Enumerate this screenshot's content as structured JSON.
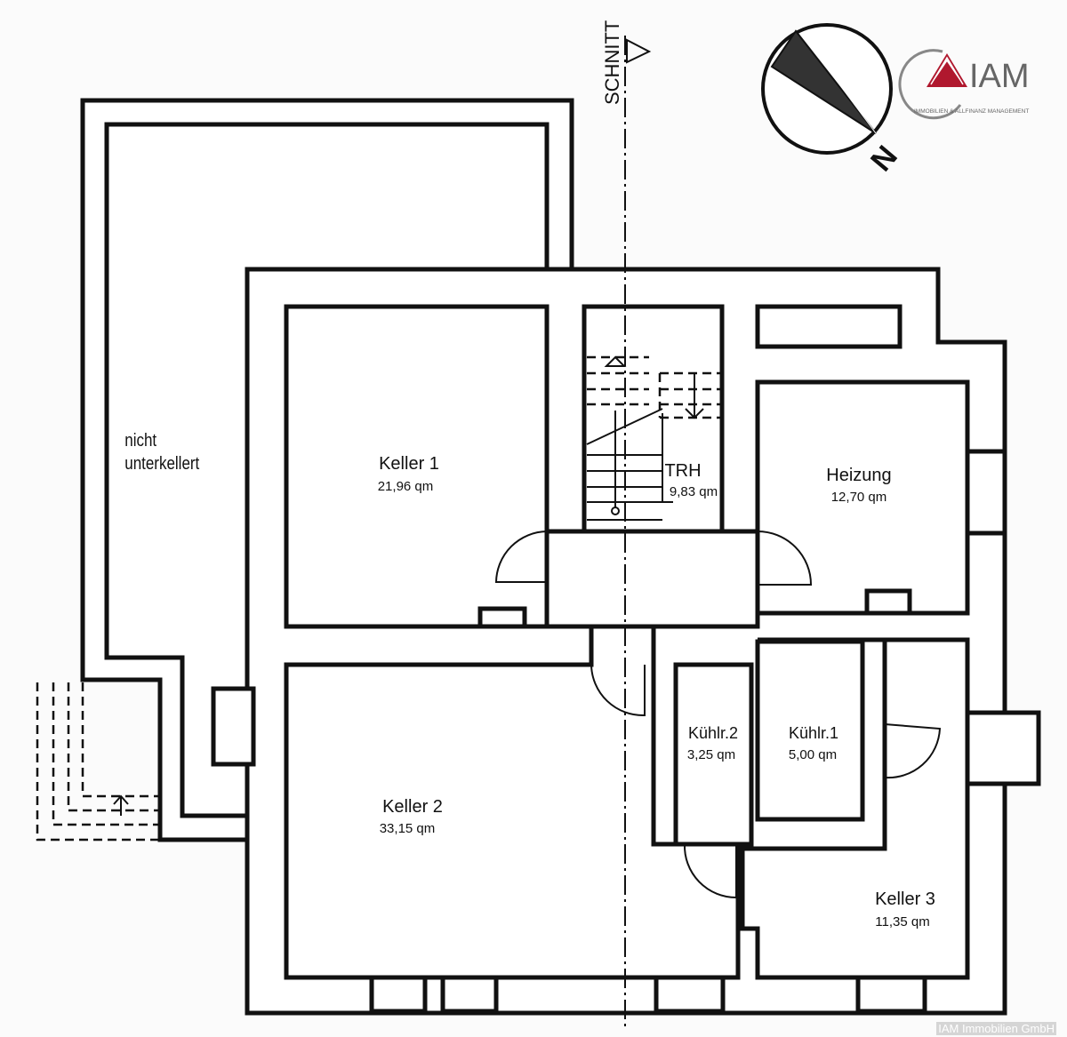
{
  "section_label": "SCHNITT",
  "north_label": "N",
  "logo": {
    "name": "IAM",
    "tagline": "IMMOBILIEN & ALLFINANZ MANAGEMENT",
    "color": "#b0182e"
  },
  "rooms": [
    {
      "name": "nicht",
      "name2": "unterkellert"
    },
    {
      "name": "Keller 1",
      "area": "21,96 qm"
    },
    {
      "name": "TRH",
      "area": "9,83 qm"
    },
    {
      "name": "Heizung",
      "area": "12,70 qm"
    },
    {
      "name": "Kühlr.2",
      "area": "3,25 qm"
    },
    {
      "name": "Kühlr.1",
      "area": "5,00 qm"
    },
    {
      "name": "Keller 2",
      "area": "33,15 qm"
    },
    {
      "name": "Keller 3",
      "area": "11,35 qm"
    }
  ],
  "footer": "IAM Immobilien GmbH"
}
